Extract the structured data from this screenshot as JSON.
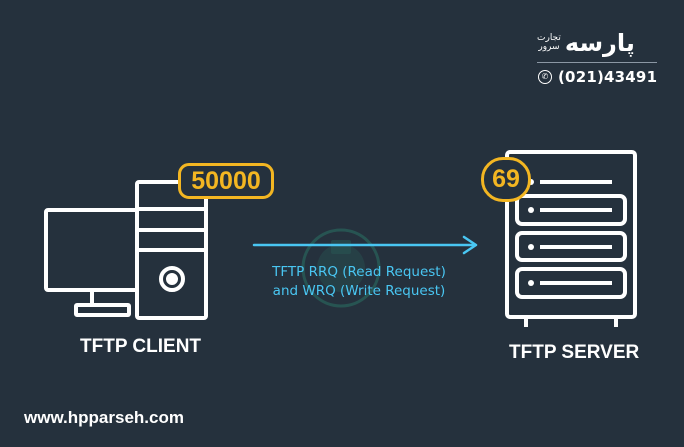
{
  "brand": {
    "name_fa": "پارسه",
    "tagline_line1": "تجارت",
    "tagline_line2": "سرور",
    "phone": "(021)43491",
    "website": "www.hpparseh.com"
  },
  "client": {
    "label": "TFTP CLIENT",
    "port": "50000",
    "icon": "desktop-computer-icon"
  },
  "server": {
    "label": "TFTP SERVER",
    "port": "69",
    "icon": "server-rack-icon"
  },
  "arrow": {
    "line1": "TFTP RRQ (Read Request)",
    "line2": "and WRQ (Write Request)"
  },
  "colors": {
    "background": "#25313d",
    "badge": "#f3b622",
    "arrow": "#49c6f2",
    "text": "#ffffff"
  }
}
